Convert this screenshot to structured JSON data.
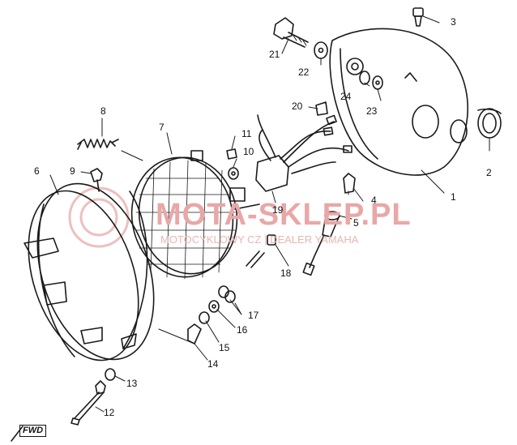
{
  "callouts": [
    {
      "id": "p1",
      "text": "1"
    },
    {
      "id": "p2",
      "text": "2"
    },
    {
      "id": "p3",
      "text": "3"
    },
    {
      "id": "p4",
      "text": "4"
    },
    {
      "id": "p5",
      "text": "5"
    },
    {
      "id": "p6",
      "text": "6"
    },
    {
      "id": "p7",
      "text": "7"
    },
    {
      "id": "p8",
      "text": "8"
    },
    {
      "id": "p9",
      "text": "9"
    },
    {
      "id": "p10",
      "text": "10"
    },
    {
      "id": "p11",
      "text": "11"
    },
    {
      "id": "p12",
      "text": "12"
    },
    {
      "id": "p13",
      "text": "13"
    },
    {
      "id": "p14",
      "text": "14"
    },
    {
      "id": "p15",
      "text": "15"
    },
    {
      "id": "p16",
      "text": "16"
    },
    {
      "id": "p17",
      "text": "17"
    },
    {
      "id": "p18",
      "text": "18"
    },
    {
      "id": "p19",
      "text": "19"
    },
    {
      "id": "p20",
      "text": "20"
    },
    {
      "id": "p21",
      "text": "21"
    },
    {
      "id": "p22",
      "text": "22"
    },
    {
      "id": "p23",
      "text": "23"
    },
    {
      "id": "p24",
      "text": "24"
    }
  ],
  "watermark": {
    "main": "MOTA-SKLEP.PL",
    "sub": "MOTOCYKLOWY CZ | DEALER YAMAHA",
    "color": "#e49a9a"
  },
  "fwd_label": "FWD",
  "line_color": "#1a1a1a"
}
